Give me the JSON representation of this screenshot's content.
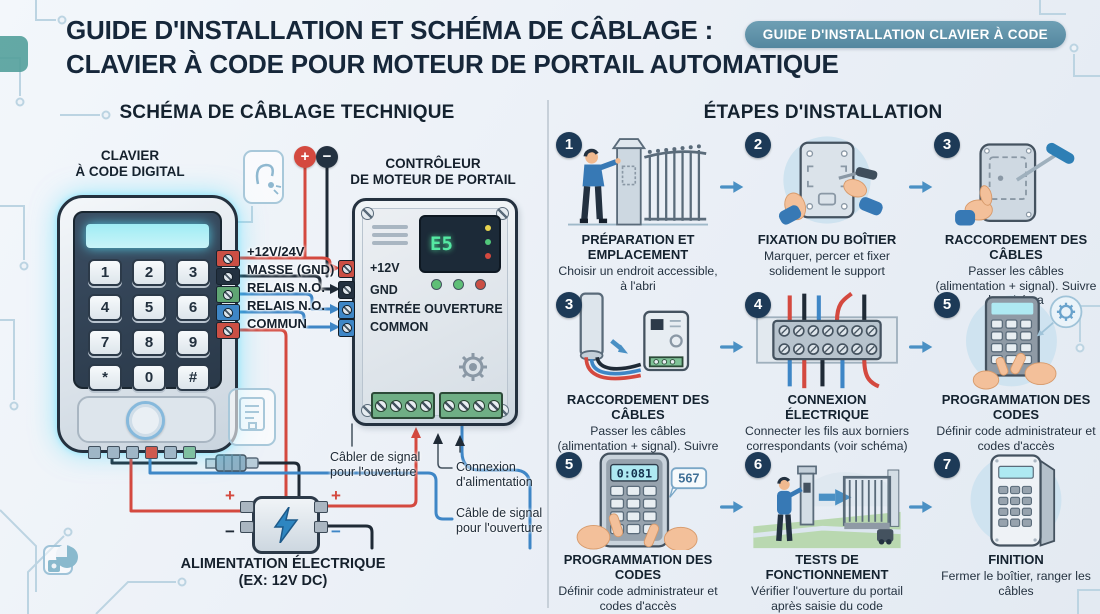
{
  "header": {
    "title_line1": "GUIDE D'INSTALLATION ET SCHÉMA DE CÂBLAGE :",
    "title_line2": "CLAVIER À CODE POUR MOTEUR DE PORTAIL AUTOMATIQUE",
    "badge": "GUIDE D'INSTALLATION CLAVIER À CODE"
  },
  "wiring": {
    "section_title": "SCHÉMA DE CÂBLAGE TECHNIQUE",
    "keypad_title_line1": "CLAVIER",
    "keypad_title_line2": "À CODE DIGITAL",
    "controller_title_line1": "CONTRÔLEUR",
    "controller_title_line2": "DE MOTEUR DE PORTAIL",
    "keypad_keys": [
      "1",
      "2",
      "3",
      "4",
      "5",
      "6",
      "7",
      "8",
      "9",
      "*",
      "0",
      "#"
    ],
    "keypad_terminals": [
      "+12V/24V",
      "MASSE (GND)",
      "RELAIS N.O.",
      "RELAIS N.O.",
      "COMMUN"
    ],
    "controller_terminals": [
      "+12V",
      "GND",
      "ENTRÉE OUVERTURE",
      "COMMON"
    ],
    "controller_display": "E5",
    "polarity_plus": "+",
    "polarity_minus": "−",
    "psu_plus": "+",
    "psu_minus": "−",
    "note_signal_wiring_line1": "Câbler de signal",
    "note_signal_wiring_line2": "pour l'ouverture",
    "note_power_line1": "Connexion",
    "note_power_line2": "d'alimentation",
    "note_signal_cable_line1": "Câble de signal",
    "note_signal_cable_line2": "pour l'ouverture",
    "psu_label_line1": "ALIMENTATION ÉLECTRIQUE",
    "psu_label_line2": "(EX: 12V DC)"
  },
  "steps_section": {
    "title": "ÉTAPES D'INSTALLATION",
    "keypad_display": "0:081",
    "code_bubble": "567",
    "steps": [
      {
        "num": "1",
        "title": "PRÉPARATION ET EMPLACEMENT",
        "desc": "Choisir un endroit accessible, à l'abri"
      },
      {
        "num": "2",
        "title": "FIXATION DU BOÎTIER",
        "desc": "Marquer, percer et fixer solidement le support"
      },
      {
        "num": "3",
        "title": "RACCORDEMENT DES CÂBLES",
        "desc": "Passer les câbles (alimentation + signal). Suivre le schéma"
      },
      {
        "num": "3",
        "title": "RACCORDEMENT DES CÂBLES",
        "desc": "Passer les câbles (alimentation + signal). Suivre le schéma"
      },
      {
        "num": "4",
        "title": "CONNEXION ÉLECTRIQUE",
        "desc": "Connecter les fils aux borniers correspondants (voir schéma)"
      },
      {
        "num": "5",
        "title": "PROGRAMMATION DES CODES",
        "desc": "Définir code administrateur et codes d'accès"
      },
      {
        "num": "5",
        "title": "PROGRAMMATION DES CODES",
        "desc": "Définir code administrateur et codes d'accès"
      },
      {
        "num": "6",
        "title": "TESTS DE FONCTIONNEMENT",
        "desc": "Vérifier l'ouverture du portail après saisie du code"
      },
      {
        "num": "7",
        "title": "FINITION",
        "desc": "Fermer le boîtier, ranger les câbles"
      }
    ]
  },
  "colors": {
    "navy": "#16334f",
    "badge_teal": "#5d90a7",
    "wire_red": "#d4493f",
    "wire_blue": "#3e86c6",
    "wire_black": "#1f2a36",
    "display_cyan": "#9fecf4",
    "trace_blue": "#bcd4e2"
  }
}
